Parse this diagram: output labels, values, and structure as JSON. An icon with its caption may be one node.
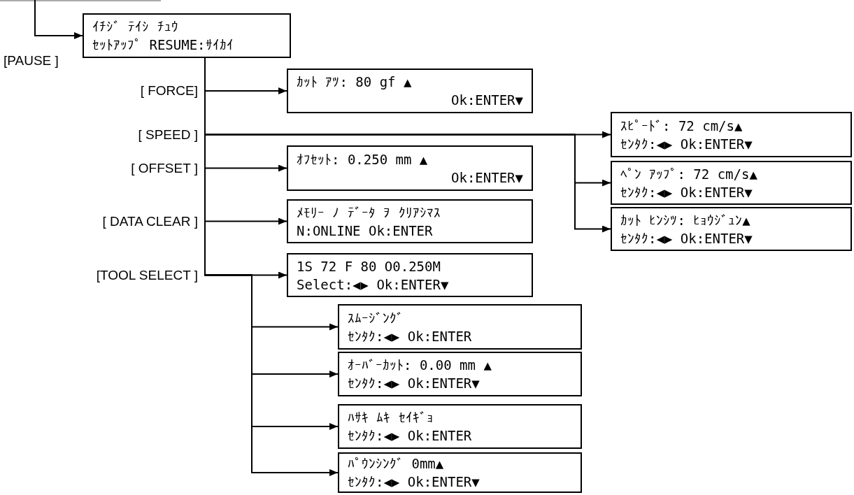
{
  "diagram": {
    "nodes": [
      {
        "text": [
          "ｲﾁｼﾞ ﾃｲｼ ﾁｭｳ",
          "ｾｯﾄｱｯﾌﾟ RESUME:ｻｲｶｲ"
        ]
      },
      {
        "text": [
          "ｶｯﾄ ｱﾂ: 80 gf ▲",
          "Ok:ENTER▼"
        ]
      },
      {
        "text": [
          "ｽﾋﾟｰﾄﾞ: 72 cm/s▲",
          "ｾﾝﾀｸ:◀▶ Ok:ENTER▼"
        ]
      },
      {
        "text": [
          "ﾍﾟﾝ ｱｯﾌﾟ: 72 cm/s▲",
          "ｾﾝﾀｸ:◀▶ Ok:ENTER▼"
        ]
      },
      {
        "text": [
          "ｶｯﾄ ﾋﾝｼﾂ: ﾋｮｳｼﾞｭﾝ▲",
          "ｾﾝﾀｸ:◀▶ Ok:ENTER▼"
        ]
      },
      {
        "text": [
          "ｵﾌｾｯﾄ: 0.250 mm ▲",
          "Ok:ENTER▼"
        ]
      },
      {
        "text": [
          "ﾒﾓﾘｰ ﾉ ﾃﾞｰﾀ ｦ ｸﾘｱｼﾏｽ",
          "N:ONLINE Ok:ENTER"
        ]
      },
      {
        "text": [
          "1S 72 F 80 O0.250M",
          "Select:◀▶ Ok:ENTER▼"
        ]
      },
      {
        "text": [
          "ｽﾑｰｼﾞﾝｸﾞ",
          "ｾﾝﾀｸ:◀▶ Ok:ENTER"
        ]
      },
      {
        "text": [
          "ｵｰﾊﾞｰｶｯﾄ: 0.00 mm ▲",
          "ｾﾝﾀｸ:◀▶ Ok:ENTER▼"
        ]
      },
      {
        "text": [
          "ﾊｻｷ ﾑｷ ｾｲｷﾞｮ",
          "ｾﾝﾀｸ:◀▶ Ok:ENTER"
        ]
      },
      {
        "text": [
          "ﾊﾟｳﾝｼﾝｸﾞ 0mm▲",
          "ｾﾝﾀｸ:◀▶ Ok:ENTER▼"
        ]
      }
    ],
    "edges": [
      {
        "from": null,
        "to": 0,
        "arrow": "to",
        "label": "[PAUSE ]"
      },
      {
        "from": 0,
        "to": 1,
        "arrow": "to",
        "label": "[ FORCE]"
      },
      {
        "from": 0,
        "to": 2,
        "arrow": "to",
        "label": "[ SPEED ]"
      },
      {
        "from": 0,
        "to": 3,
        "arrow": "to"
      },
      {
        "from": 0,
        "to": 4,
        "arrow": "to"
      },
      {
        "from": 0,
        "to": 5,
        "arrow": "to",
        "label": "[ OFFSET ]"
      },
      {
        "from": 0,
        "to": 6,
        "arrow": "to",
        "label": "[ DATA CLEAR ]"
      },
      {
        "from": 0,
        "to": 7,
        "arrow": "to",
        "label": "[TOOL SELECT ]"
      },
      {
        "from": 0,
        "to": 8,
        "arrow": "to"
      },
      {
        "from": 0,
        "to": 9,
        "arrow": "to"
      },
      {
        "from": 0,
        "to": 10,
        "arrow": "to"
      },
      {
        "from": 0,
        "to": 11,
        "arrow": "to"
      }
    ]
  }
}
